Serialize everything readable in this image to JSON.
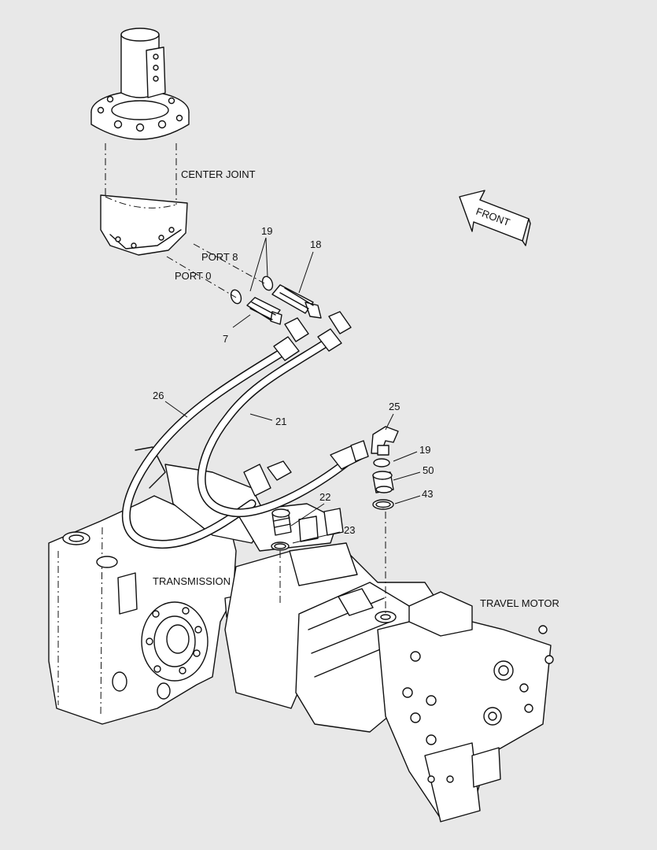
{
  "labels": {
    "center_joint": "CENTER JOINT",
    "front": "FRONT",
    "port_8": "PORT 8",
    "port_0": "PORT 0",
    "transmission": "TRANSMISSION",
    "travel_motor": "TRAVEL MOTOR"
  },
  "callouts": {
    "c19a": "19",
    "c18": "18",
    "c7": "7",
    "c26": "26",
    "c21": "21",
    "c25": "25",
    "c19b": "19",
    "c50": "50",
    "c43": "43",
    "c22": "22",
    "c23": "23"
  },
  "colors": {
    "background": "#e8e8e8",
    "line": "#111111",
    "fill": "#ffffff"
  }
}
